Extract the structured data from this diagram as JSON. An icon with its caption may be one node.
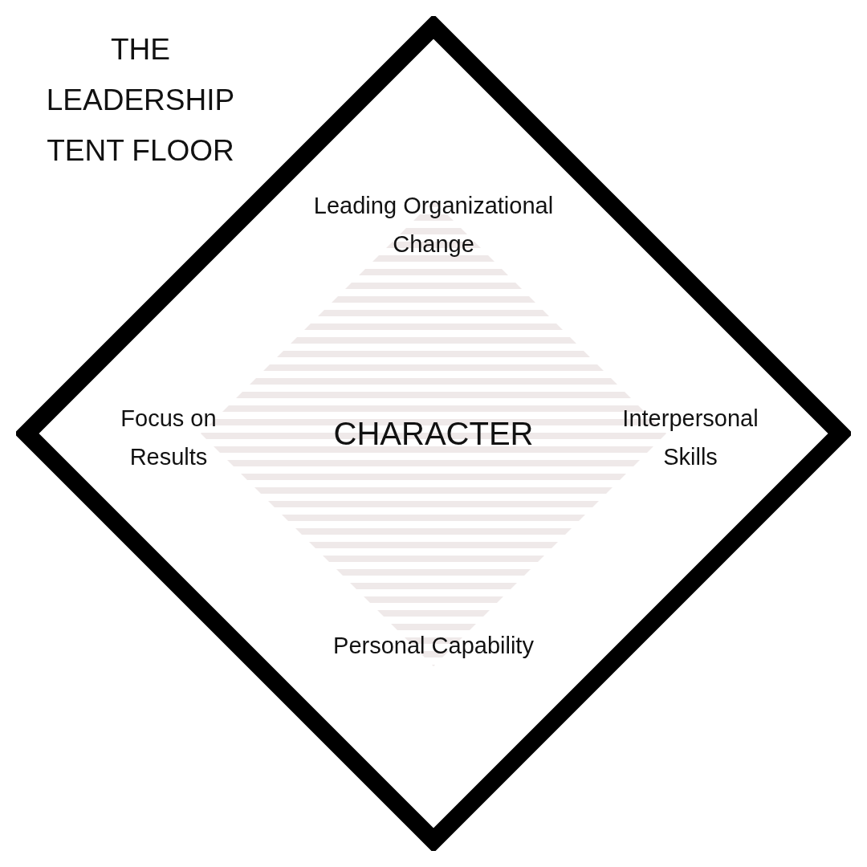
{
  "diagram": {
    "title": "THE LEADERSHIP TENT FLOOR",
    "nodes": [
      {
        "text": [],
        "shape": "diamond"
      },
      {
        "text": [
          "CHARACTER"
        ],
        "in": 0
      }
    ],
    "labels": [
      "Leading Organizational Change",
      "Focus on Results",
      "Interpersonal Skills",
      "Personal Capability"
    ]
  }
}
